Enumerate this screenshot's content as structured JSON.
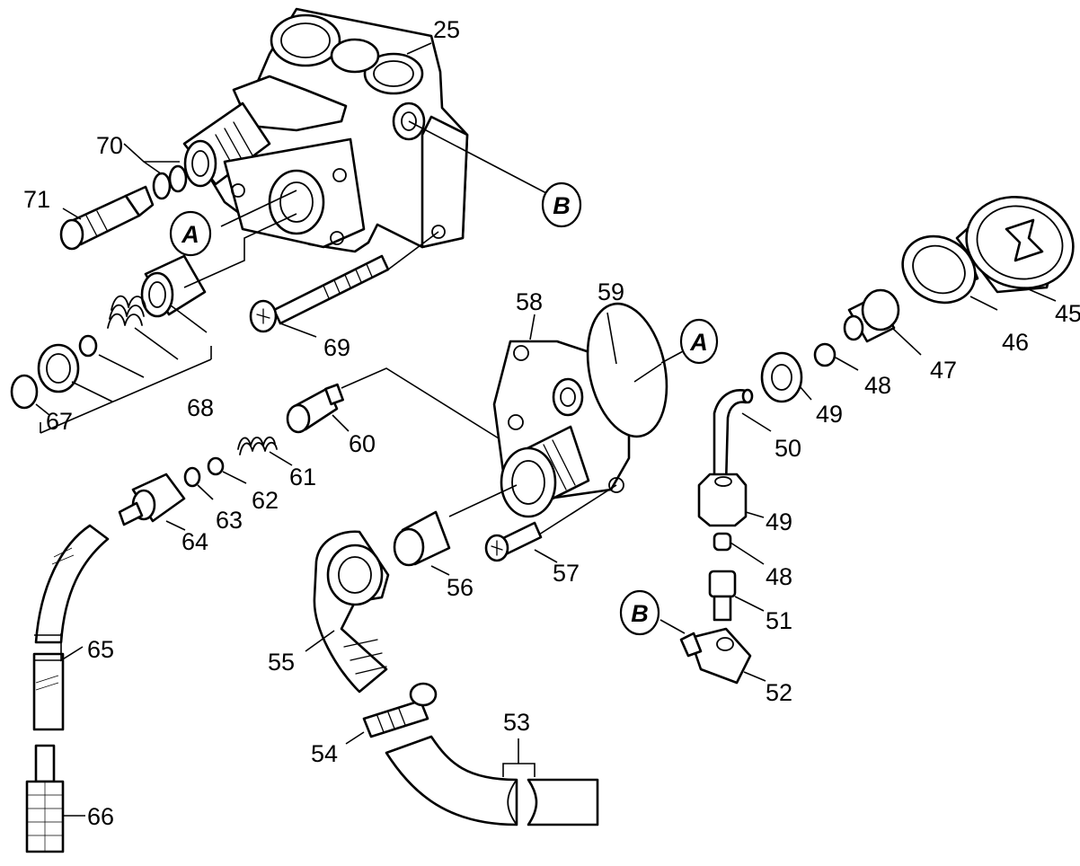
{
  "part_labels": {
    "p25": "25",
    "p45": "45",
    "p46": "46",
    "p47": "47",
    "p48a": "48",
    "p48b": "48",
    "p49a": "49",
    "p49b": "49",
    "p50": "50",
    "p51": "51",
    "p52": "52",
    "p53": "53",
    "p54": "54",
    "p55": "55",
    "p56": "56",
    "p57": "57",
    "p58": "58",
    "p59": "59",
    "p60": "60",
    "p61": "61",
    "p62": "62",
    "p63": "63",
    "p64": "64",
    "p65": "65",
    "p66": "66",
    "p67": "67",
    "p68": "68",
    "p69": "69",
    "p70": "70",
    "p71": "71"
  },
  "reference_markers": {
    "a1": "A",
    "a2": "A",
    "b1": "B",
    "b2": "B"
  }
}
